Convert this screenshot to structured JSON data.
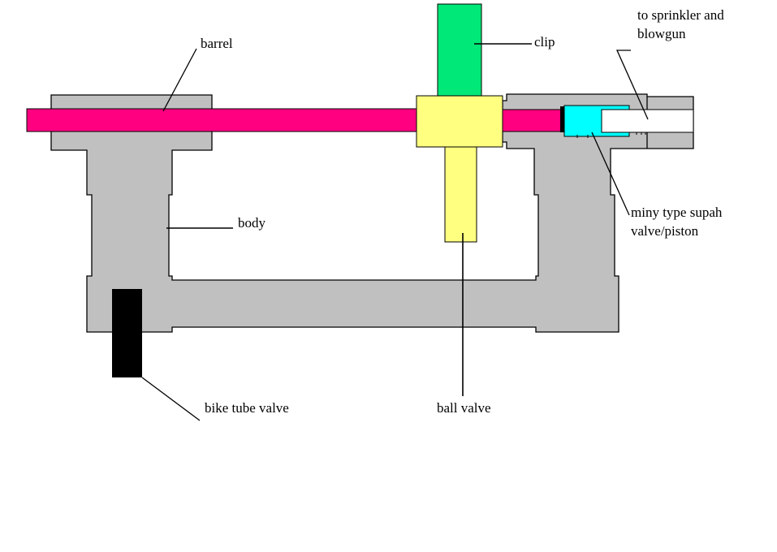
{
  "diagram": {
    "title": "",
    "colors": {
      "body": "#c0c0c0",
      "barrel": "#ff0080",
      "ball_valve": "#ffff80",
      "clip": "#00e878",
      "piston": "#00ffff",
      "outlet_tube": "#ffffff",
      "bike_valve": "#000000",
      "outline": "#000000",
      "background": "#ffffff"
    },
    "labels": {
      "barrel": "barrel",
      "clip": "clip",
      "outlet_line1": "to sprinkler and",
      "outlet_line2": "blowgun",
      "body": "body",
      "piston_line1": "miny type supah",
      "piston_line2": "valve/piston",
      "bike_valve": "bike tube valve",
      "ball_valve": "ball valve"
    }
  }
}
